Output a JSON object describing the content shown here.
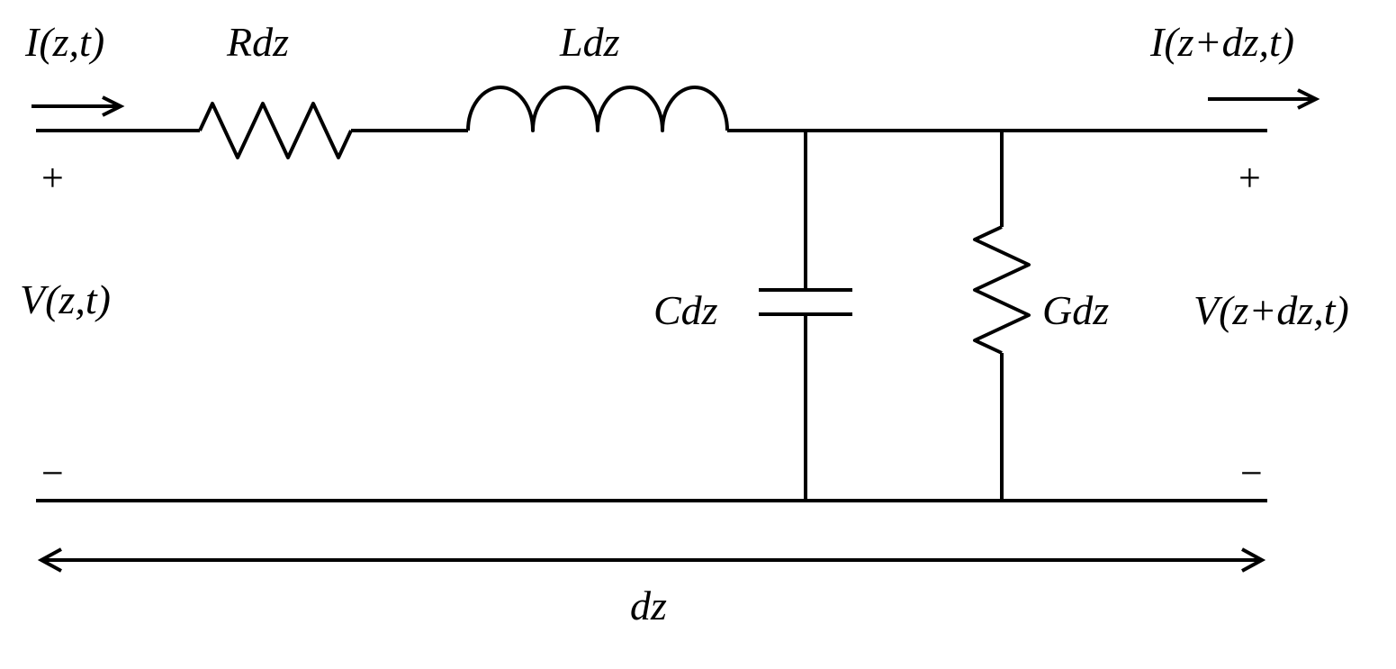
{
  "diagram": {
    "type": "transmission-line-incremental-circuit",
    "colors": {
      "stroke": "#000000",
      "background": "#ffffff"
    },
    "labels": {
      "current_in": "I(z,t)",
      "series_resistor": "Rdz",
      "series_inductor": "Ldz",
      "current_out": "I(z+dz,t)",
      "plus_left": "+",
      "plus_right": "+",
      "voltage_in": "V(z,t)",
      "shunt_capacitor": "Cdz",
      "shunt_conductance": "Gdz",
      "voltage_out": "V(z+dz,t)",
      "minus_left": "−",
      "minus_right": "−",
      "length": "dz"
    }
  }
}
